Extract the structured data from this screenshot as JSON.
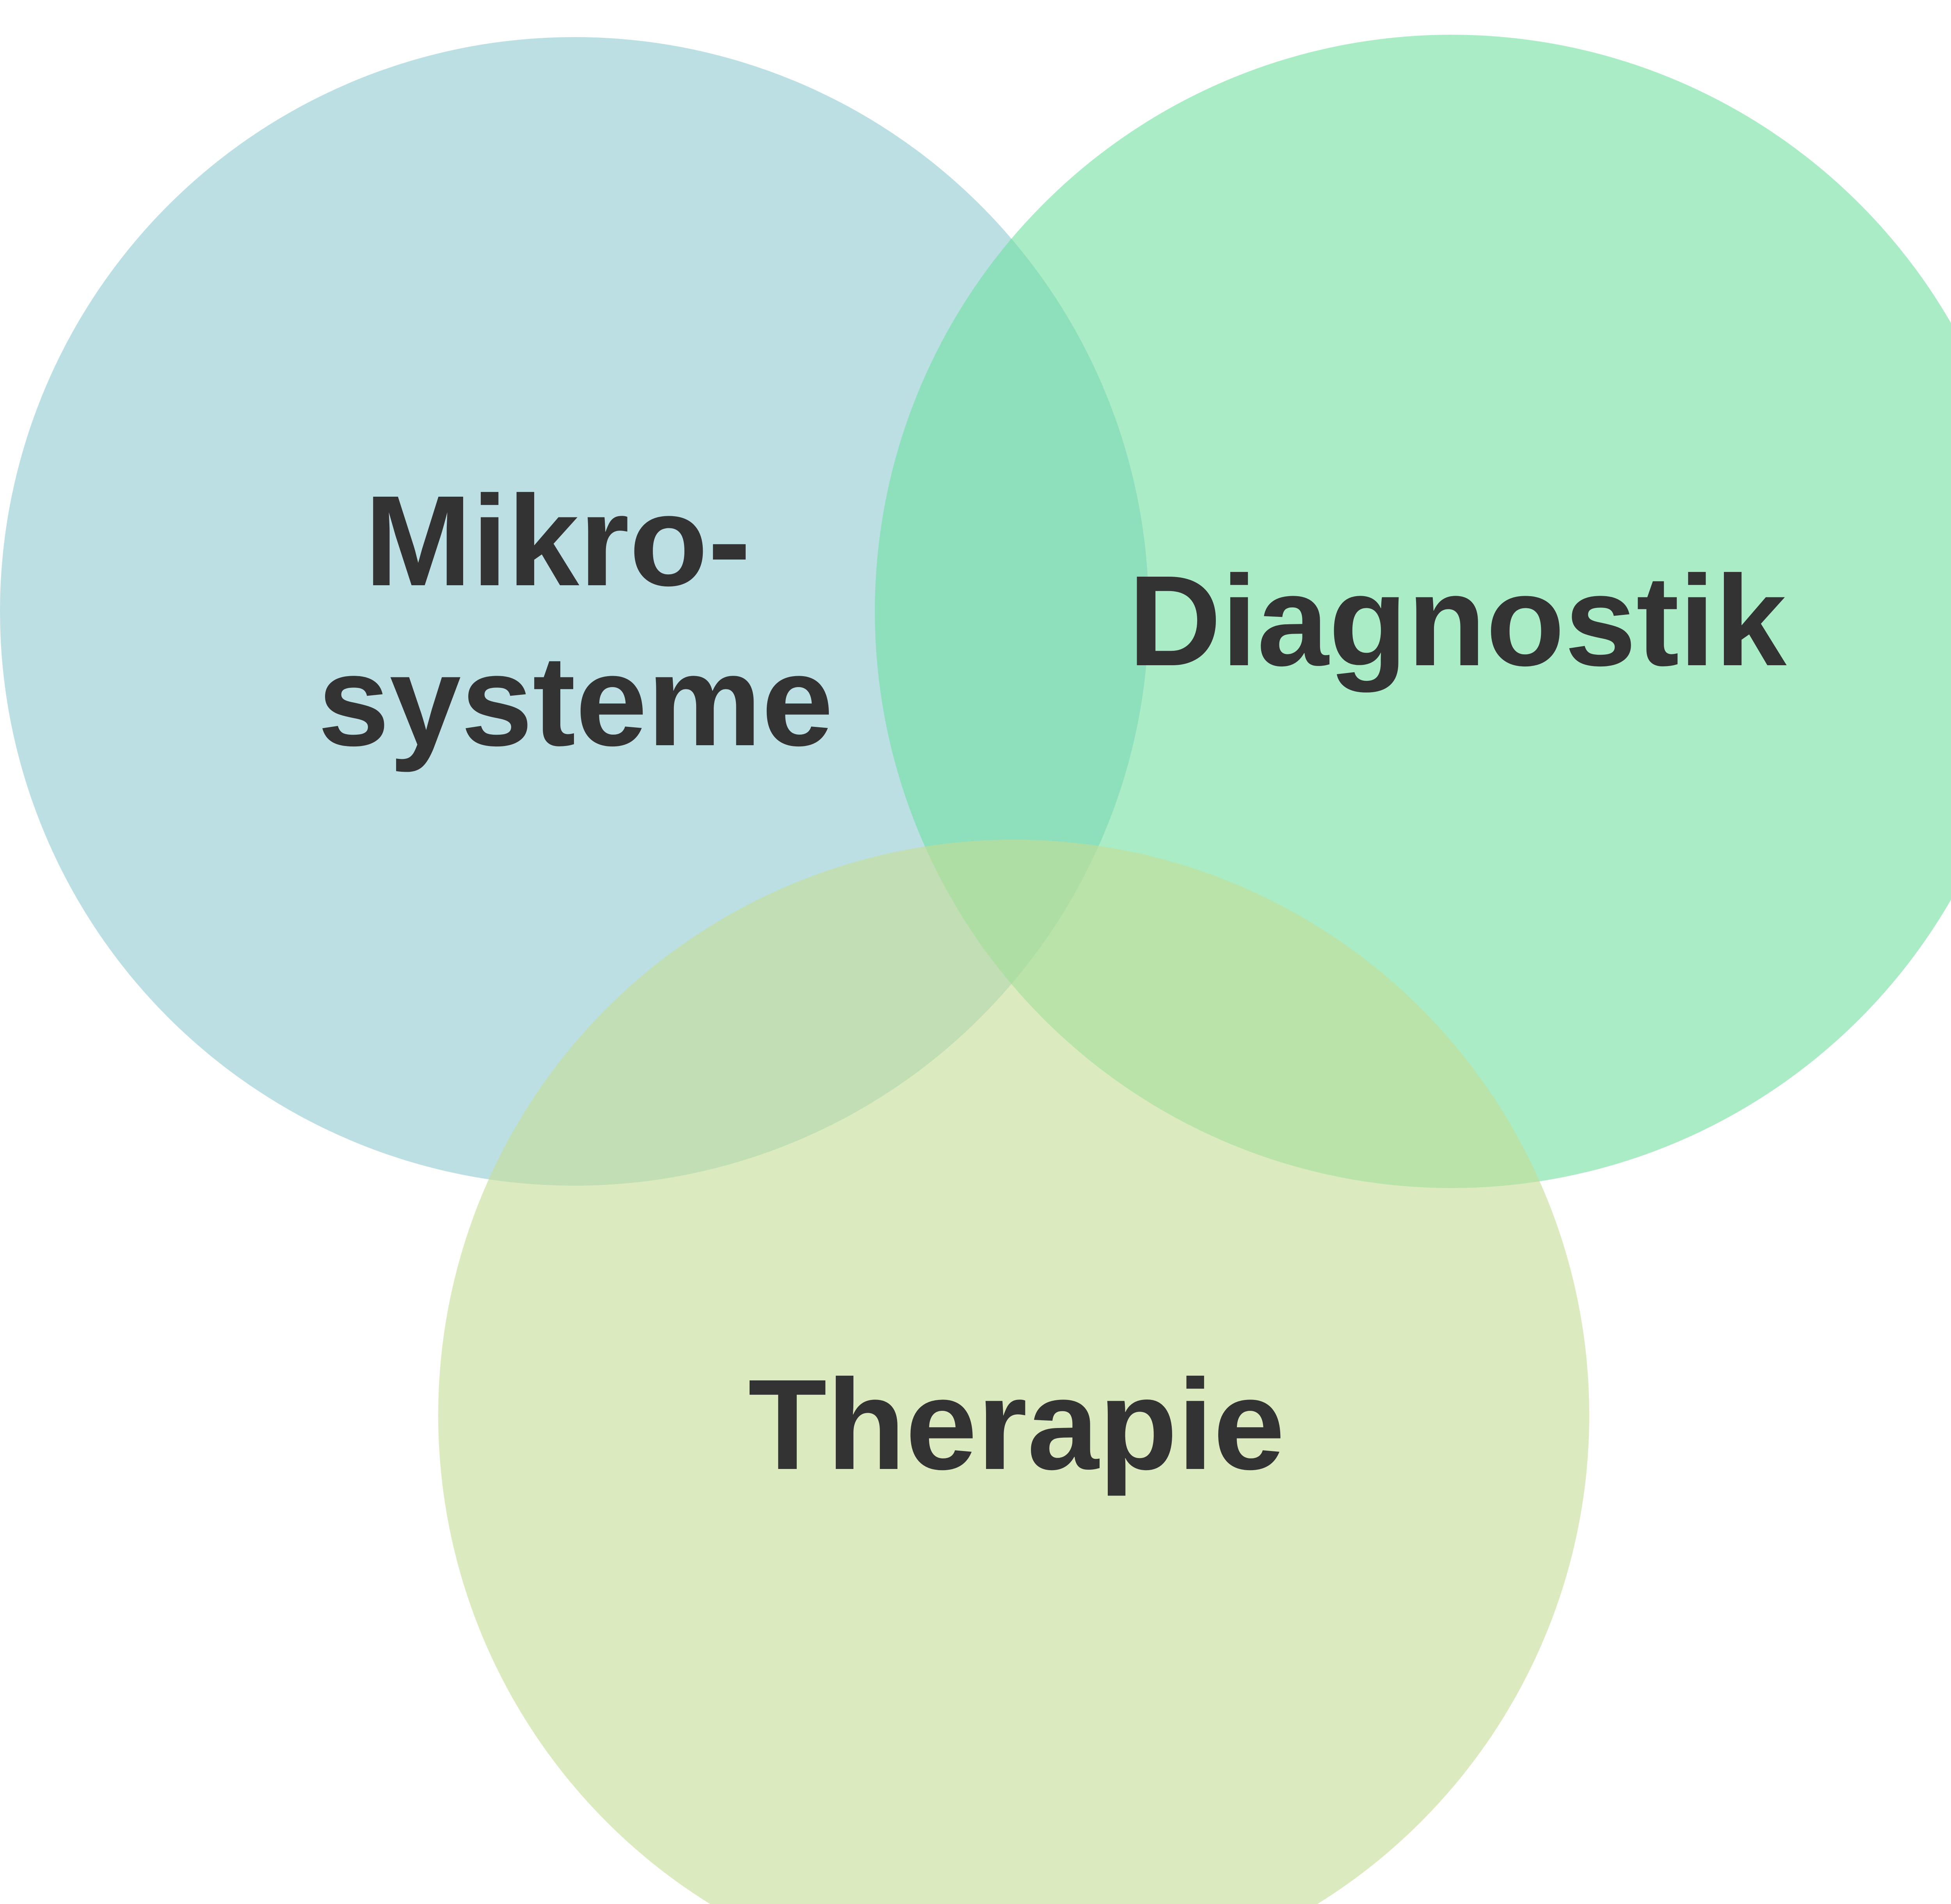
{
  "diagram": {
    "type": "venn",
    "sets": [
      {
        "id": "mikrosysteme",
        "label_lines": [
          "Mikro-",
          "systeme"
        ],
        "color": "#8ec9d1"
      },
      {
        "id": "diagnostik",
        "label_lines": [
          "Diagnostik"
        ],
        "color": "#6fe0a0"
      },
      {
        "id": "therapie",
        "label_lines": [
          "Therapie"
        ],
        "color": "#c4dd95"
      }
    ],
    "opacity": 0.6,
    "text_color": "#333333",
    "background": "#ffffff"
  }
}
